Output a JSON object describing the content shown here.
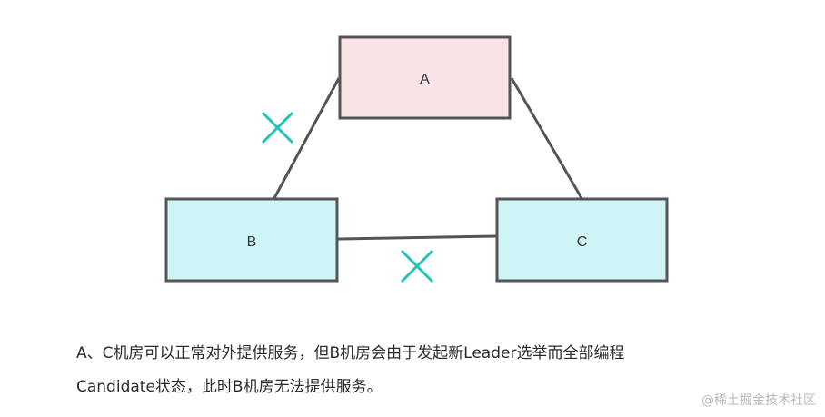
{
  "diagram": {
    "nodes": {
      "a": {
        "label": "A",
        "fill": "#f9e3e6"
      },
      "b": {
        "label": "B",
        "fill": "#cff4f5"
      },
      "c": {
        "label": "C",
        "fill": "#cff4f5"
      }
    },
    "edge_color": "#555555",
    "broken_marker_color": "#20c5b8"
  },
  "caption": {
    "line1": "A、C机房可以正常对外提供服务，但B机房会由于发起新Leader选举而全部编程",
    "line2": "Candidate状态，此时B机房无法提供服务。"
  },
  "watermark": "@稀土掘金技术社区"
}
